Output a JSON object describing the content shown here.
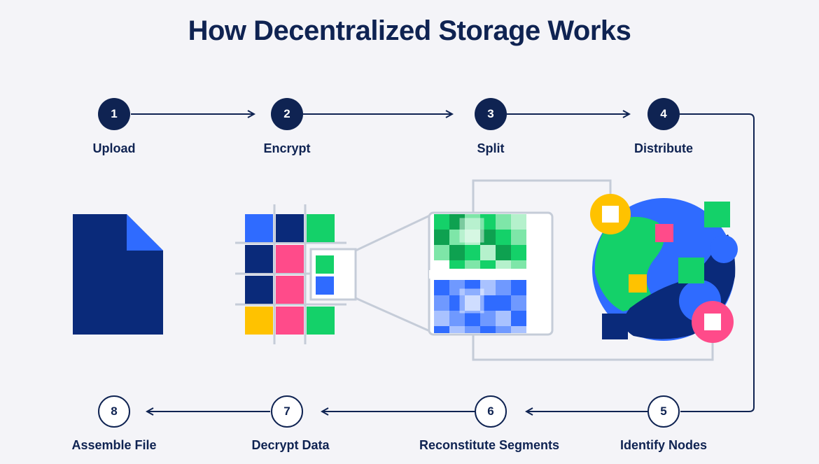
{
  "title": "How Decentralized Storage Works",
  "steps": [
    {
      "number": "1",
      "label": "Upload"
    },
    {
      "number": "2",
      "label": "Encrypt"
    },
    {
      "number": "3",
      "label": "Split"
    },
    {
      "number": "4",
      "label": "Distribute"
    },
    {
      "number": "5",
      "label": "Identify Nodes"
    },
    {
      "number": "6",
      "label": "Reconstitute Segments"
    },
    {
      "number": "7",
      "label": "Decrypt Data"
    },
    {
      "number": "8",
      "label": "Assemble File"
    }
  ],
  "colors": {
    "navy": "#0f2352",
    "blue": "#2f6bff",
    "green": "#14d169",
    "pink": "#ff4b8a",
    "yellow": "#ffc200",
    "line": "#c5ccd8"
  }
}
